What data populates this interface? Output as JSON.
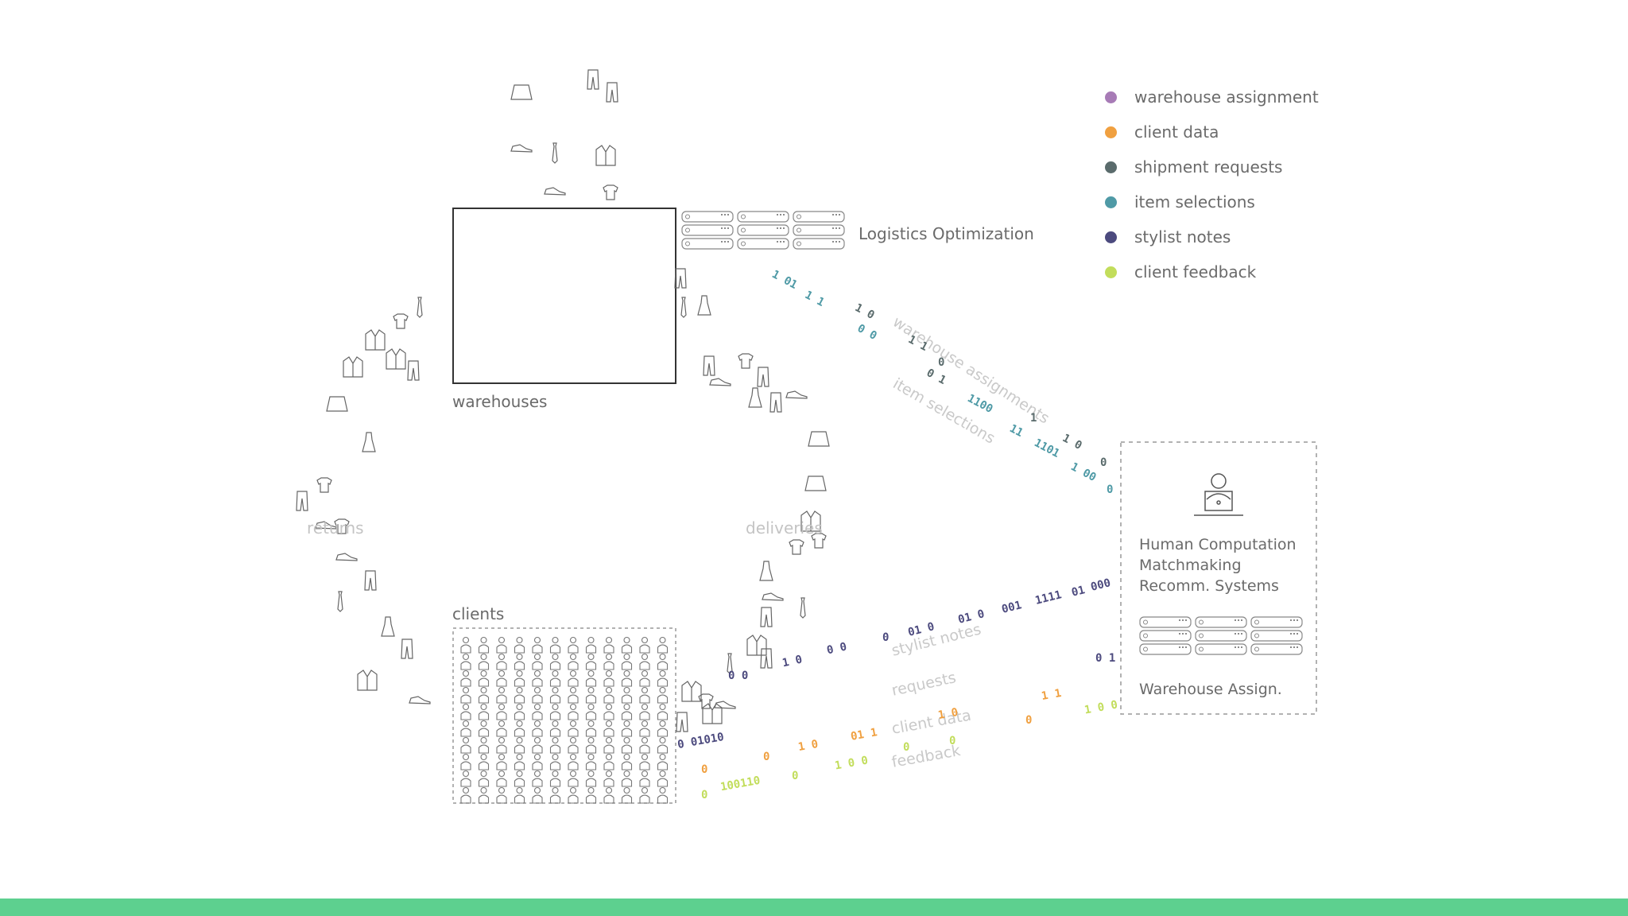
{
  "nodes": {
    "warehouses": "warehouses",
    "clients": "clients",
    "logistics": "Logistics Optimization",
    "returns": "returns",
    "deliveries": "deliveries",
    "agent_lines": [
      "Human Computation",
      "Matchmaking",
      "Recomm. Systems"
    ],
    "warehouse_assign": "Warehouse Assign."
  },
  "legend": [
    {
      "label": "warehouse assignment",
      "color": "#a77bb6"
    },
    {
      "label": "client data",
      "color": "#f0a040"
    },
    {
      "label": "shipment requests",
      "color": "#5a6b6c"
    },
    {
      "label": "item selections",
      "color": "#4f9aa6"
    },
    {
      "label": "stylist notes",
      "color": "#4c4a7e"
    },
    {
      "label": "client feedback",
      "color": "#c2dd5b"
    }
  ],
  "streams": {
    "warehouse_assignments": "warehouse assignments",
    "item_selections": "item selections",
    "stylist_notes": "stylist notes",
    "requests": "requests",
    "client_data": "client data",
    "feedback": "feedback"
  },
  "bits": {
    "upper_a": [
      "1 01",
      "1 1",
      "1 0",
      "0 0",
      "1 1",
      "0",
      "0 1",
      "1100",
      "1",
      "11",
      "1 0",
      "0",
      "1101",
      "1 00",
      "0"
    ],
    "stylist": [
      "0 01010",
      "1 0",
      "0 0",
      "0",
      "01 0",
      "01 0",
      "001",
      "1111",
      "01",
      "000"
    ],
    "feedback": [
      "0",
      "100110",
      "0",
      "1 0 0",
      "0",
      "0",
      "1 0 0"
    ],
    "client": [
      "0",
      "0",
      "1 0",
      "01 1",
      "1 0",
      "0",
      "1 1"
    ],
    "misc": [
      "0 0",
      "0 1"
    ]
  }
}
